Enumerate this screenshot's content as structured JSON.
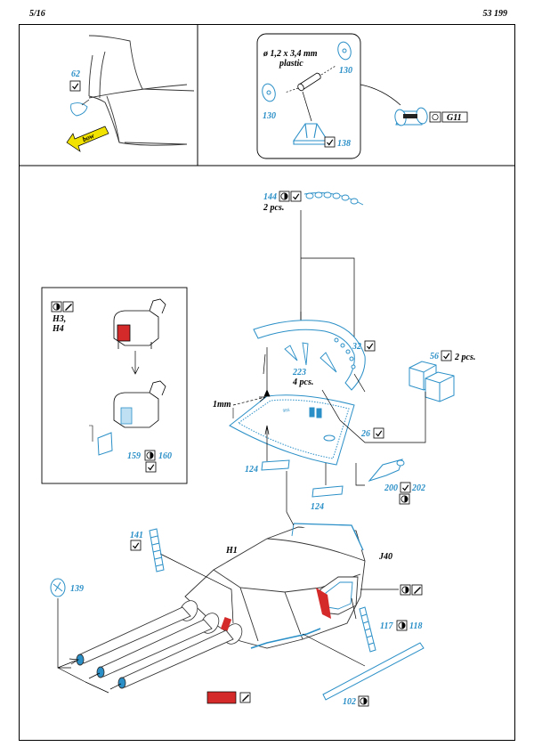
{
  "header": {
    "page": "5/16",
    "code": "53 199"
  },
  "colors": {
    "etch_blue": "#2a8fc7",
    "paint_red": "#d42a2a",
    "line": "#000000"
  },
  "panel_left": {
    "part_number": "62",
    "arrow_label": "bow"
  },
  "panel_right": {
    "rod_spec": "ø 1,2 x 3,4 mm",
    "rod_material": "plastic",
    "part_top": "130",
    "part_left": "130",
    "part_stand": "138",
    "ref_label": "G11"
  },
  "main": {
    "p144": "144",
    "p144_qty": "2 pcs.",
    "p32": "32",
    "p223": "223",
    "p223_qty": "4 pcs.",
    "p56": "56",
    "p56_qty": "2 pcs.",
    "dim_1mm": "1mm",
    "p26": "26",
    "p124_a": "124",
    "p124_b": "124",
    "p200": "200",
    "p202": "202",
    "h3h4": "H3,\nH4",
    "p159": "159",
    "p160": "160",
    "p141": "141",
    "h1": "H1",
    "j40": "J40",
    "p139": "139",
    "p117": "117",
    "p118": "118",
    "p102": "102"
  }
}
